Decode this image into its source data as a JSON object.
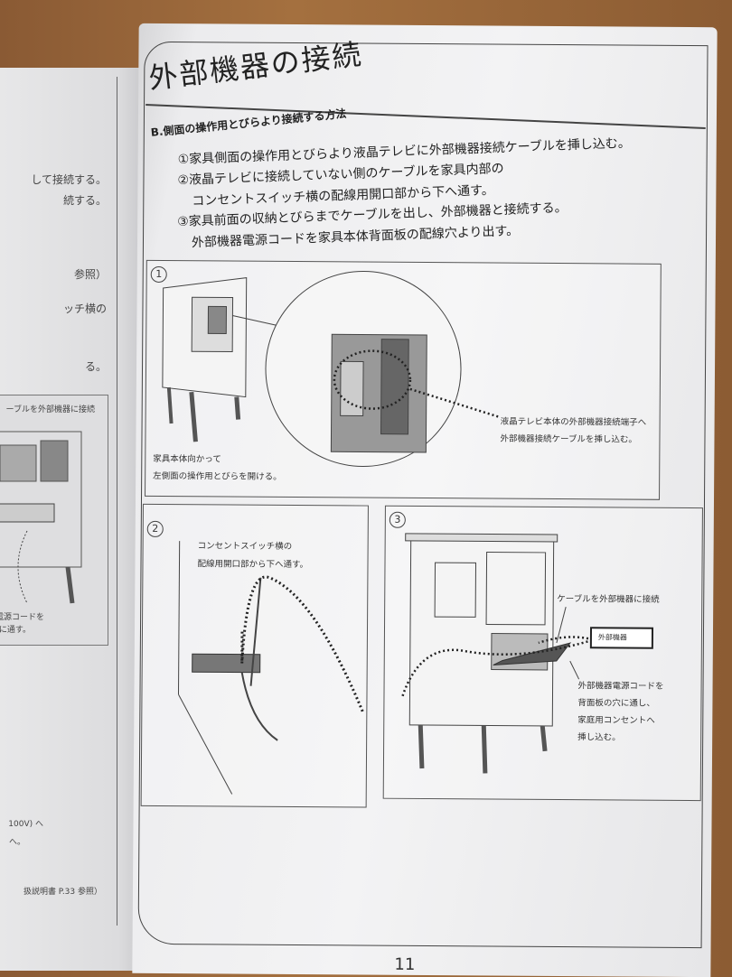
{
  "left_page": {
    "lines": [
      "して接続する。",
      "続する。",
      "参照）",
      "ッチ横の",
      "る。"
    ],
    "figure_caption_top": "ーブルを外部機器に接続",
    "figure_caption_bottom": [
      "器電源コードを",
      "の穴に通す。"
    ],
    "bottom_lines": [
      "100V) へ",
      "へ。",
      "扱説明書 P.33 参照）"
    ]
  },
  "right_page": {
    "title": "外部機器の接続",
    "subtitle": "B.側面の操作用とびらより接続する方法",
    "steps": [
      "①家具側面の操作用とびらより液晶テレビに外部機器接続ケーブルを挿し込む。",
      "②液晶テレビに接続していない側のケーブルを家具内部の",
      "コンセントスイッチ横の配線用開口部から下へ通す。",
      "③家具前面の収納とびらまでケーブルを出し、外部機器と接続する。",
      "外部機器電源コードを家具本体背面板の配線穴より出す。"
    ],
    "panel1": {
      "number": "1",
      "caption_left": [
        "家具本体向かって",
        "左側面の操作用とびらを開ける。"
      ],
      "caption_right": [
        "液晶テレビ本体の外部機器接続端子へ",
        "外部機器接続ケーブルを挿し込む。"
      ]
    },
    "panel2": {
      "number": "2",
      "caption": [
        "コンセントスイッチ横の",
        "配線用開口部から下へ通す。"
      ]
    },
    "panel3": {
      "number": "3",
      "caption_top": "ケーブルを外部機器に接続",
      "device_label": "外部機器",
      "caption_bottom": [
        "外部機器電源コードを",
        "背面板の穴に通し、",
        "家庭用コンセントへ",
        "挿し込む。"
      ]
    },
    "page_number": "11"
  }
}
